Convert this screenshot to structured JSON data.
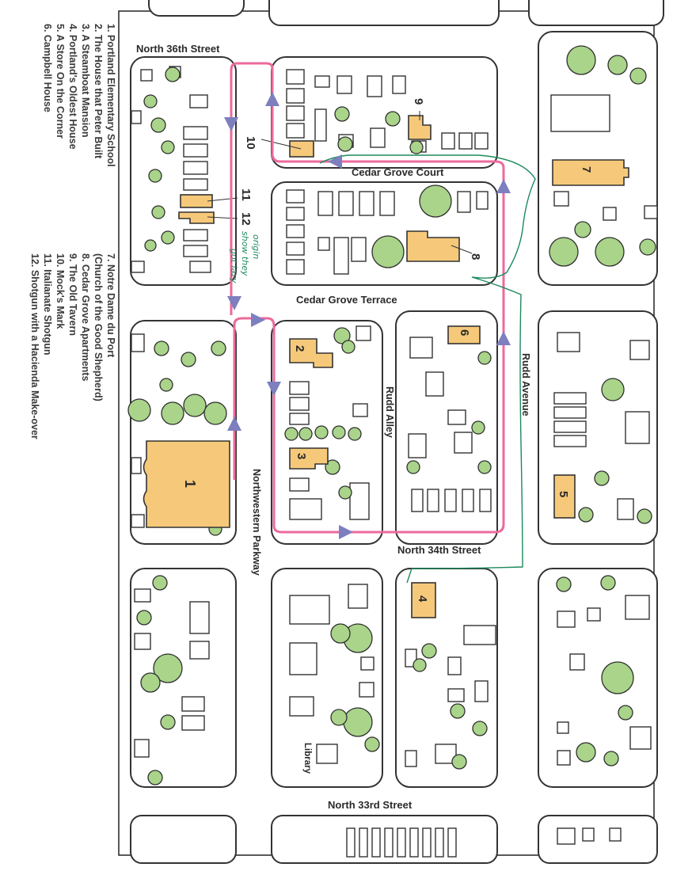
{
  "legend": [
    "1.  Portland Elementary School",
    "2.  The House that Peter Built",
    "3.  A Steamboat Mansion",
    "4.  Portland's Oldest House",
    "5.  A Store On the Corner",
    "6.  Campbell House",
    "7.  Notre Dame du Port",
    "     (Church of the Good Shepherd)",
    "8.  Cedar Grove Apartments",
    "9.  The Old Tavern",
    "10. Mock's Mark",
    "11. Italianate Shotgun",
    "12. Shotgun with a Hacienda Make-over"
  ],
  "streets": {
    "n36": "North 36th Street",
    "cedar_court": "Cedar Grove Court",
    "cedar_terrace": "Cedar Grove Terrace",
    "n34": "North 34th Street",
    "n33": "North 33rd Street",
    "rudd_avenue": "Rudd Avenue",
    "rudd_alley": "Rudd Alley",
    "northwestern": "Northwestern Parkway"
  },
  "landmarks": {
    "library": "Library"
  },
  "sites": {
    "s1": "1",
    "s2": "2",
    "s3": "3",
    "s4": "4",
    "s5": "5",
    "s6": "6",
    "s7": "7",
    "s8": "8",
    "s9": "9",
    "s10": "10",
    "s11": "11",
    "s12": "12"
  },
  "annotation": {
    "line1": "origin",
    "line2": "show they",
    "line3": "got lazy"
  },
  "colors": {
    "site_fill": "#f6c97a",
    "tree_fill": "#a9d48a",
    "route_pink": "#ec6a9c",
    "route_green": "#1c8a5c",
    "arrow": "#7d7fbf"
  }
}
